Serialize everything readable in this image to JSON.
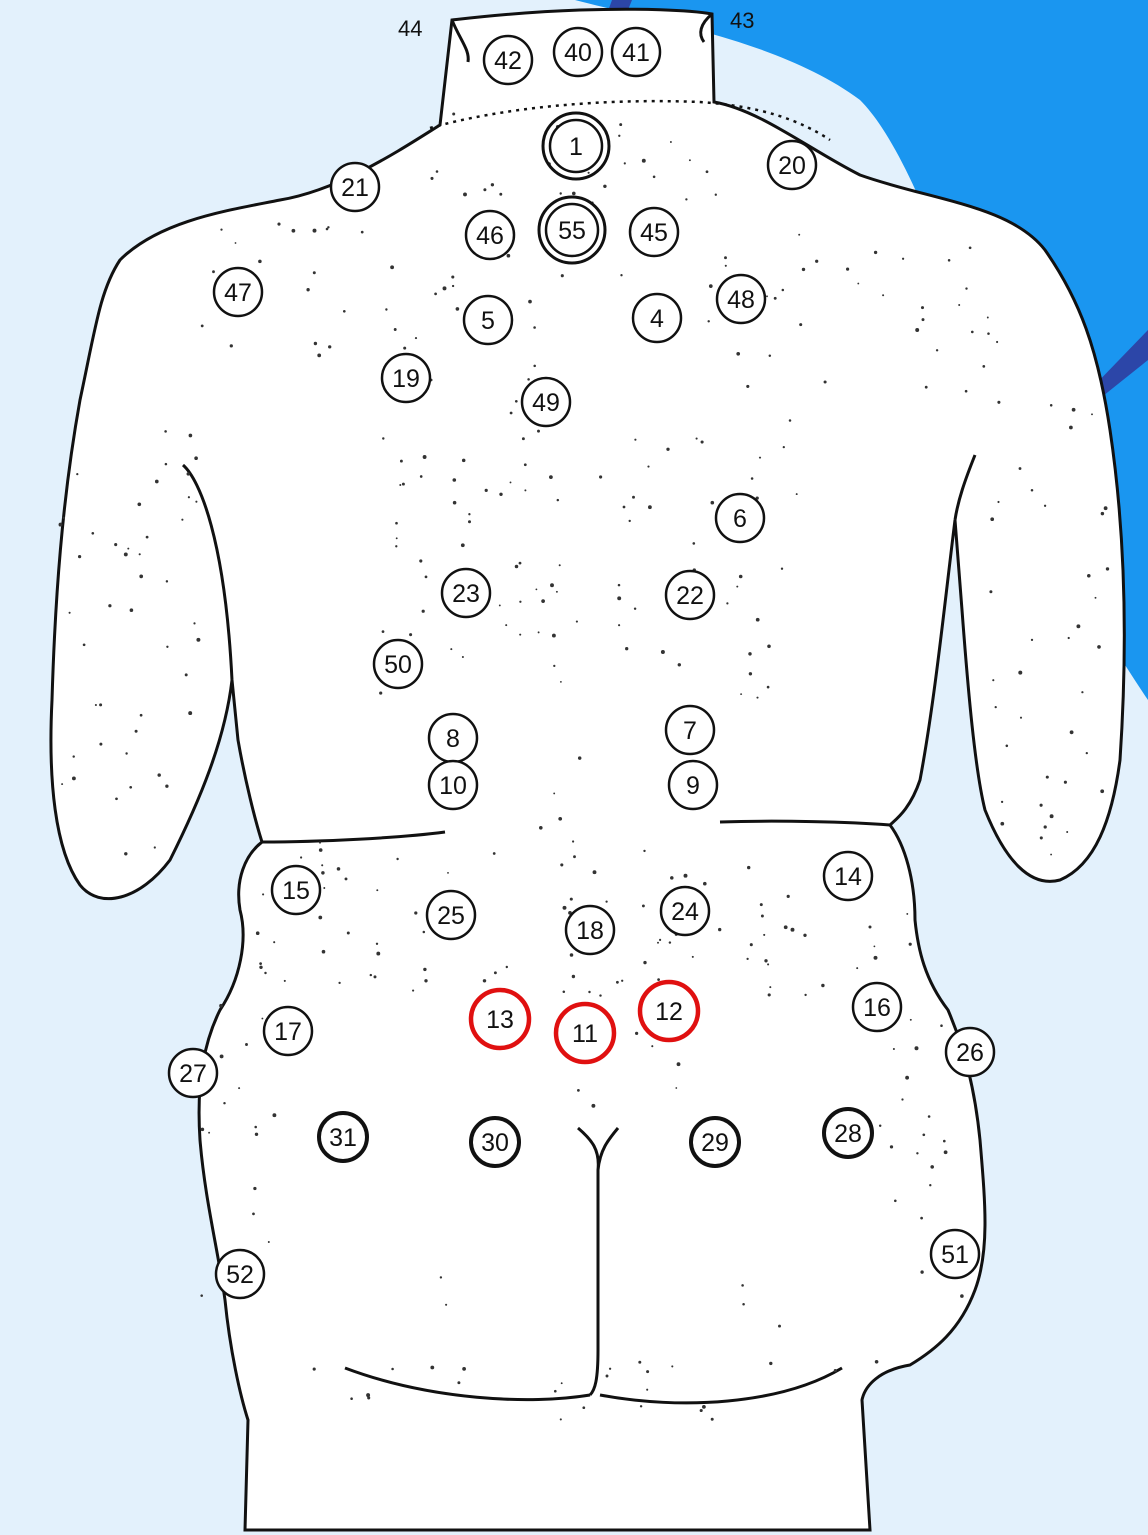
{
  "diagram": {
    "points": [
      {
        "id": "1",
        "style": "double"
      },
      {
        "id": "55",
        "style": "double"
      },
      {
        "id": "40",
        "style": "normal"
      },
      {
        "id": "41",
        "style": "normal"
      },
      {
        "id": "42",
        "style": "normal"
      },
      {
        "id": "20",
        "style": "normal"
      },
      {
        "id": "21",
        "style": "normal"
      },
      {
        "id": "45",
        "style": "normal"
      },
      {
        "id": "46",
        "style": "normal"
      },
      {
        "id": "47",
        "style": "normal"
      },
      {
        "id": "48",
        "style": "normal"
      },
      {
        "id": "4",
        "style": "normal"
      },
      {
        "id": "5",
        "style": "normal"
      },
      {
        "id": "19",
        "style": "normal"
      },
      {
        "id": "49",
        "style": "normal"
      },
      {
        "id": "6",
        "style": "normal"
      },
      {
        "id": "22",
        "style": "normal"
      },
      {
        "id": "23",
        "style": "normal"
      },
      {
        "id": "50",
        "style": "normal"
      },
      {
        "id": "7",
        "style": "normal"
      },
      {
        "id": "8",
        "style": "normal"
      },
      {
        "id": "9",
        "style": "normal"
      },
      {
        "id": "10",
        "style": "normal"
      },
      {
        "id": "14",
        "style": "normal"
      },
      {
        "id": "15",
        "style": "normal"
      },
      {
        "id": "24",
        "style": "normal"
      },
      {
        "id": "25",
        "style": "normal"
      },
      {
        "id": "18",
        "style": "normal"
      },
      {
        "id": "11",
        "style": "highlight"
      },
      {
        "id": "12",
        "style": "highlight"
      },
      {
        "id": "13",
        "style": "highlight"
      },
      {
        "id": "16",
        "style": "normal"
      },
      {
        "id": "17",
        "style": "normal"
      },
      {
        "id": "26",
        "style": "normal"
      },
      {
        "id": "27",
        "style": "normal"
      },
      {
        "id": "28",
        "style": "bold"
      },
      {
        "id": "29",
        "style": "bold"
      },
      {
        "id": "30",
        "style": "bold"
      },
      {
        "id": "31",
        "style": "bold"
      },
      {
        "id": "51",
        "style": "normal"
      },
      {
        "id": "52",
        "style": "normal"
      }
    ],
    "edge_labels": [
      {
        "text": "44"
      },
      {
        "text": "43"
      }
    ],
    "colors": {
      "background": "#e3f1fc",
      "accent_blue": "#1a96f0",
      "accent_dark": "#2c46a8",
      "outline": "#111111",
      "highlight": "#e01010"
    }
  }
}
